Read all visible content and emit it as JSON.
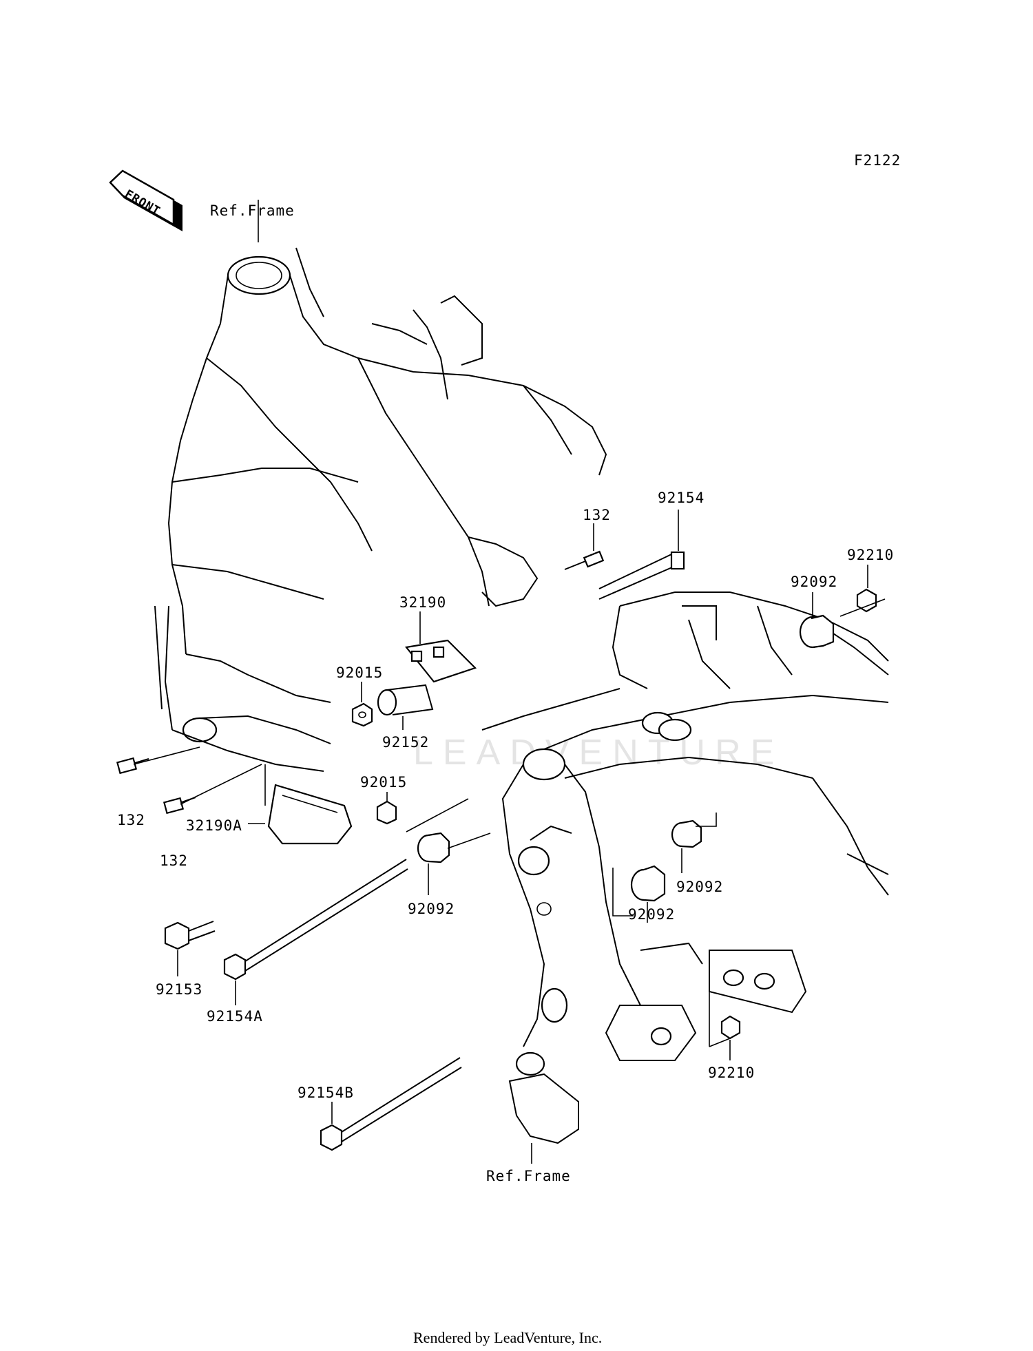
{
  "diagram_code": "F2122",
  "front_label": "FRONT",
  "footer": "Rendered by LeadVenture, Inc.",
  "watermark": "LEADVENTURE",
  "labels": {
    "ref_frame_top": "Ref.Frame",
    "ref_frame_bottom": "Ref.Frame",
    "p92154": "92154",
    "p132_top": "132",
    "p92210_top": "92210",
    "p92092_top": "92092",
    "p32190": "32190",
    "p92015_top": "92015",
    "p92152": "92152",
    "p92015_mid": "92015",
    "p132_left": "132",
    "p132_lower": "132",
    "p32190A": "32190A",
    "p92092_mid": "92092",
    "p92092_right": "92092",
    "p92092_lower": "92092",
    "p92153": "92153",
    "p92154A": "92154A",
    "p92210_lower": "92210",
    "p92154B": "92154B"
  }
}
